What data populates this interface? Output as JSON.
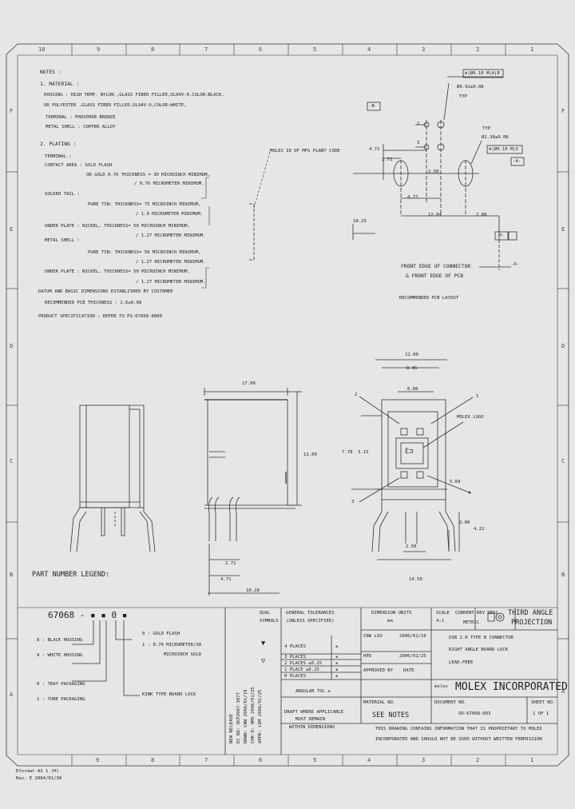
{
  "border_columns": [
    "10",
    "9",
    "8",
    "7",
    "6",
    "5",
    "4",
    "3",
    "2",
    "1"
  ],
  "border_rows": [
    "F",
    "E",
    "D",
    "C",
    "B",
    "A"
  ],
  "notes": {
    "title": "NOTES :",
    "lines": [
      "1. MATERIAL :",
      "HOUSING : HIGH TEMP. NYLON ,GLASS FIBER FILLED,UL94V-0,COLOR:BLACK,",
      "OR POLYESTER ,GLASS FIBER FILLED,UL94V-0,COLOR:WHITE,",
      "TERMINAL : PHOSPHOR BRONZE",
      "METAL SHELL : COPPER ALLOY",
      "2. PLATING :",
      "TERMINAL :",
      "CONTACT AREA : GOLD FLASH",
      "OR GOLD 0.76 THICKNESS = 30 MICROINCH MINIMUM,",
      "/ 0.76 MICROMETER MINIMUM.",
      "SOLDER TAIL :",
      "PURE TIN: THICKNESS= 75 MICROINCH MINIMUM,",
      "/ 1.9 MICROMETER MINIMUM.",
      "UNDER PLATE : NICKEL, THICKNESS= 50 MICROINCH MINIMUM,",
      "/ 1.27 MICROMETER MINIMUM.",
      "METAL SHELL :",
      "PURE TIN: THICKNESS= 50 MICROINCH MINIMUM,",
      "/ 1.27 MICROMETER MINIMUM.",
      "UNDER PLATE : NICKEL, THICKNESS= 50 MICROINCH MINIMUM,",
      "/ 1.27 MICROMETER MINIMUM.",
      "DATUM AND BASIC DIMENSIONS ESTABLISHED BY CUSTOMER",
      "RECOMMENDED PCB THICKNESS : 1.6±0.08",
      "PRODUCT SPECIFICATION : REFER TO PS-67068-0000"
    ],
    "molex_id_label": "MOLEX ID OF MFG PLANT CODE"
  },
  "pcb_layout": {
    "fcf_top": "⊕|Ø0.10 M|A|B",
    "hole_small": "Ø0.92±0.08",
    "typ": "TYP",
    "hole_large": "Ø2.30±0.08",
    "fcf_large": "⊕|Ø0.10 M|X",
    "datum_b": "-B-",
    "datum_a": "-A-",
    "datum_x": "-X-",
    "datum_y": "-Y-",
    "dims": [
      "4.71",
      "2.71",
      "2.50",
      "4.77",
      "12.04",
      "2.88",
      "10.25"
    ],
    "pin2": "2",
    "pin3": "3",
    "front_edge_1": "FRONT EDGE OF CONNECTOR",
    "front_edge_2": "& FRONT EDGE OF PCB",
    "caption": "RECOMMENDED PCB LAYOUT"
  },
  "side_view": {
    "dims": [
      "17.00",
      "11.00",
      "2.71",
      "4.71",
      "10.28"
    ]
  },
  "front_view": {
    "dims": [
      "12.00",
      "8.45",
      "6.60",
      "7.78",
      "3.15",
      "5.69",
      "2.80",
      "4.22",
      "2.50",
      "14.58"
    ],
    "callouts": [
      "2",
      "1",
      "3",
      "4"
    ],
    "molex_logo": "MOLEX LOGO"
  },
  "legend": {
    "title": "PART NUMBER LEGEND:",
    "part_number": "67068 - ▪ ▪ 0 ▪",
    "lines": [
      "8 : BLACK HOUSING",
      "9 : WHITE HOUSING",
      "0 : TRAY PACKAGING",
      "1 : TUBE PACKAGING",
      "0 : GOLD FLASH",
      "1 : 0.76 MICROMETER/30",
      "MICROINCH GOLD",
      "KINK TYPE BOARD LOCK"
    ]
  },
  "revision_block": {
    "lines": [
      "NEW RELEASE",
      "EC NO: UCP2007-3877",
      "DRWN: CNW 2006/01/19",
      "CHK'D: HPD 2006/01/25",
      "APPR: LDM 2006/01/25"
    ]
  },
  "title_block": {
    "qual_symbols": [
      "QUAL",
      "SYMBOLS",
      "▼",
      "▽"
    ],
    "general_tolerances": [
      "GENERAL TOLERANCES",
      "(UNLESS SPECIFIED)"
    ],
    "tol_rows": [
      [
        "4 PLACES",
        "±"
      ],
      [
        "3 PLACES",
        "±"
      ],
      [
        "2 PLACES ±0.25",
        "±"
      ],
      [
        "1 PLACE ±0.25",
        "±"
      ],
      [
        "0 PLACES",
        "±"
      ]
    ],
    "angular": "ANGULAR TOL ±",
    "drafts": [
      "DRAFT WHERE APPLICABLE",
      "MUST REMAIN",
      "WITHIN DIMENSIONS"
    ],
    "dimension_units": "DIMENSION UNITS",
    "mm": "mm",
    "scale": "SCALE",
    "scale_value": "4:1",
    "current_rev": "CURRENT REV DESC",
    "current_rev_value": "METRIC",
    "third_angle": "THIRD ANGLE",
    "projection": "PROJECTION",
    "drwn_by": "CNW LIU",
    "drwn_date": "2006/01/19",
    "chk_by": "HPD",
    "chk_date": "2006/01/25",
    "appr_label": "APPROVED BY",
    "date_label": "DATE",
    "material_no": "MATERIAL NO.",
    "see_notes": "SEE NOTES",
    "title_lines": [
      "USB 2.0 TYPE B CONNECTOR",
      "RIGHT ANGLE BOARD LOCK",
      "LEAD-FREE"
    ],
    "company": "MOLEX INCORPORATED",
    "molex_brand": "molex",
    "doc_no_label": "DOCUMENT NO.",
    "doc_no": "SD-67068-003",
    "sheet_no_label": "SHEET NO.",
    "sheet_no": "1 OF 1",
    "proprietary_1": "THIS DRAWING CONTAINS INFORMATION THAT IS PROPRIETARY TO MOLEX",
    "proprietary_2": "INCORPORATED AND SHOULD NOT BE USED WITHOUT WRITTEN PERMISSION"
  },
  "footer": {
    "line1": "Eformat A3 1 (H)",
    "line2": "Rev. E 2004/01/30"
  },
  "colors": {
    "paper": "#e6e6e6",
    "ink": "#222222"
  }
}
